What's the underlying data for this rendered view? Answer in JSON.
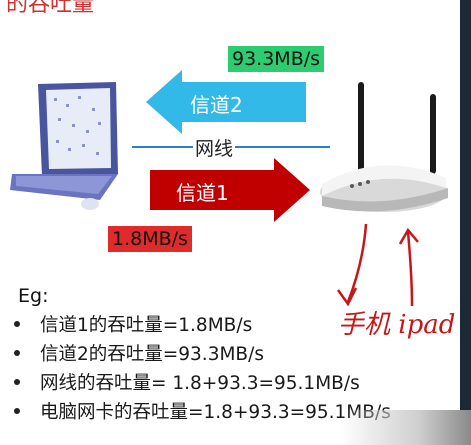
{
  "slide": {
    "title": "的吞吐量",
    "rate_top": "93.3MB/s",
    "rate_bottom": "1.8MB/s",
    "channel2": "信道2",
    "channel1": "信道1",
    "cable": "网线",
    "eg": "Eg:",
    "bullets": [
      "信道1的吞吐量=1.8MB/s",
      "信道2的吞吐量=93.3MB/s",
      "网线的吞吐量= 1.8+93.3=95.1MB/s",
      "电脑网卡的吞吐量=1.8+93.3=95.1MB/s"
    ],
    "handwriting": "手机 ipad"
  },
  "colors": {
    "arrow_blue": "#33b9e8",
    "arrow_red": "#c00000",
    "rate_green": "#2ecc71",
    "rate_red": "#e02b2b",
    "handwriting_red": "#c41818"
  }
}
